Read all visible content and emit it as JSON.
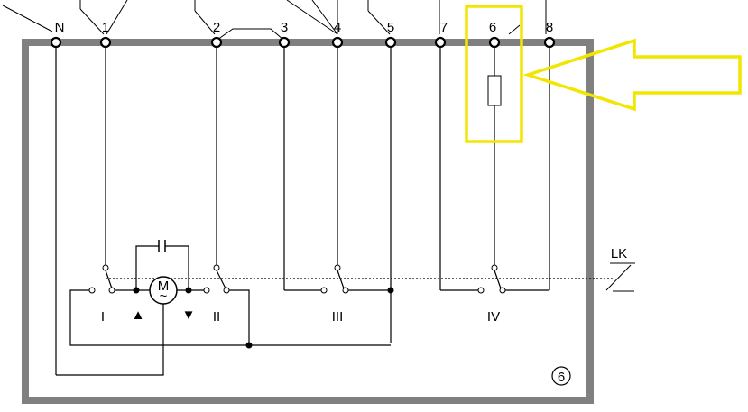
{
  "terminals": [
    "N",
    "1",
    "2",
    "3",
    "4",
    "5",
    "7",
    "6",
    "8"
  ],
  "switches": [
    "I",
    "II",
    "III",
    "IV"
  ],
  "motor_label": "M",
  "motor_symbol": "~",
  "direction_up": "▲",
  "direction_down": "▼",
  "lk_label": "LK",
  "diagram_number": "6",
  "colors": {
    "frame": "#808080",
    "highlight": "#f2e600",
    "wire": "#000000"
  }
}
